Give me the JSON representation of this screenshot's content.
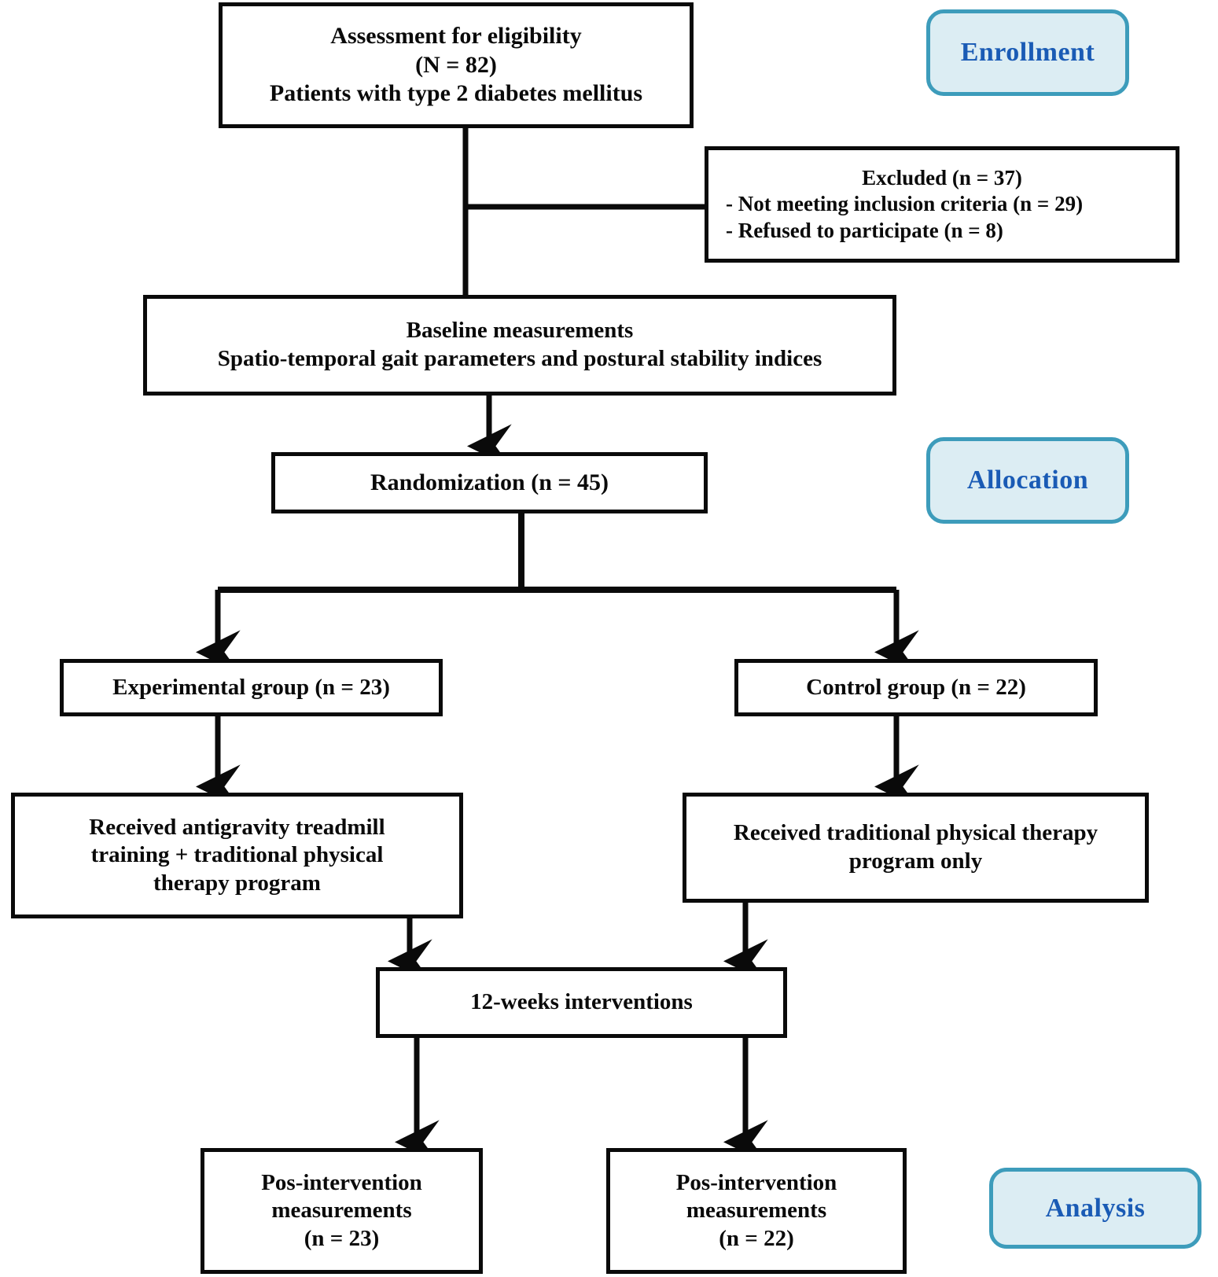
{
  "diagram": {
    "title": "CONSORT participant flow diagram",
    "colors": {
      "box_border": "#0a0a0a",
      "box_fill": "#ffffff",
      "stage_fill": "#dcedf3",
      "stage_border": "#3d9cbb",
      "stage_text": "#1a5bb5",
      "connector": "#0a0a0a"
    }
  },
  "stages": [
    {
      "id": "enrollment",
      "label": "Enrollment"
    },
    {
      "id": "allocation",
      "label": "Allocation"
    },
    {
      "id": "analysis",
      "label": "Analysis"
    }
  ],
  "nodes": {
    "eligibility": {
      "lines": [
        "Assessment for eligibility",
        "(N = 82)",
        "Patients with type 2 diabetes mellitus"
      ]
    },
    "excluded": {
      "heading": "Excluded (n = 37)",
      "bullets": [
        "- Not meeting inclusion criteria (n = 29)",
        "- Refused to participate (n = 8)"
      ]
    },
    "baseline": {
      "lines": [
        "Baseline measurements",
        "Spatio-temporal gait parameters and postural stability indices"
      ]
    },
    "randomization": {
      "lines": [
        "Randomization (n = 45)"
      ]
    },
    "experimental_group": {
      "lines": [
        "Experimental group (n = 23)"
      ]
    },
    "control_group": {
      "lines": [
        "Control group (n = 22)"
      ]
    },
    "experimental_intervention": {
      "lines": [
        "Received antigravity treadmill",
        "training + traditional physical",
        "therapy program"
      ]
    },
    "control_intervention": {
      "lines": [
        "Received traditional physical therapy",
        "program only"
      ]
    },
    "interventions_duration": {
      "lines": [
        "12-weeks interventions"
      ]
    },
    "post_left": {
      "lines": [
        "Pos-intervention",
        "measurements",
        "(n = 23)"
      ]
    },
    "post_right": {
      "lines": [
        "Pos-intervention",
        "measurements",
        "(n = 22)"
      ]
    }
  },
  "counts": {
    "assessed": 82,
    "excluded_total": 37,
    "excluded_not_meeting_criteria": 29,
    "excluded_refused": 8,
    "randomized": 45,
    "experimental": 23,
    "control": 22,
    "post_experimental": 23,
    "post_control": 22,
    "intervention_weeks": 12
  }
}
